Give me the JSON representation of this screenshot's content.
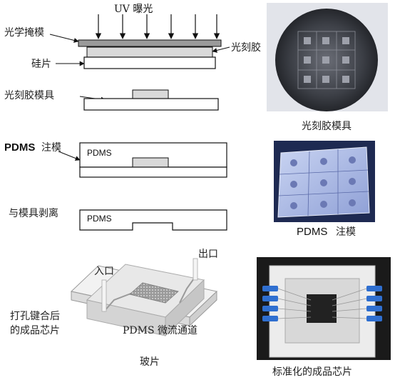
{
  "labels": {
    "uv_exposure": "UV 曝光",
    "photomask": "光学掩模",
    "photoresist": "光刻胶",
    "wafer": "硅片",
    "resist_mold": "光刻胶模具",
    "pdms_cast_label": "PDMS",
    "pdms_cast_suffix": "注模",
    "pdms_block": "PDMS",
    "demold": "与模具剥离",
    "pdms_peeled": "PDMS",
    "inlet": "入口",
    "outlet": "出口",
    "bond_line1": "打孔键合后",
    "bond_line2": "的成品芯片",
    "channel_label": "PDMS 微流通道",
    "glass_slide": "玻片"
  },
  "photo_captions": {
    "wafer_photo": "光刻胶模具",
    "pdms_photo_latin": "PDMS",
    "pdms_photo_cjk": "注模",
    "chip_photo": "标准化的成品芯片"
  },
  "colors": {
    "mask": "#9a9a9a",
    "resist": "#d4d4d4",
    "wafer_dark": "#1c1e22",
    "pdms_photo_bg": "#1e2a52",
    "chip_accent": "#2f6fd0"
  }
}
